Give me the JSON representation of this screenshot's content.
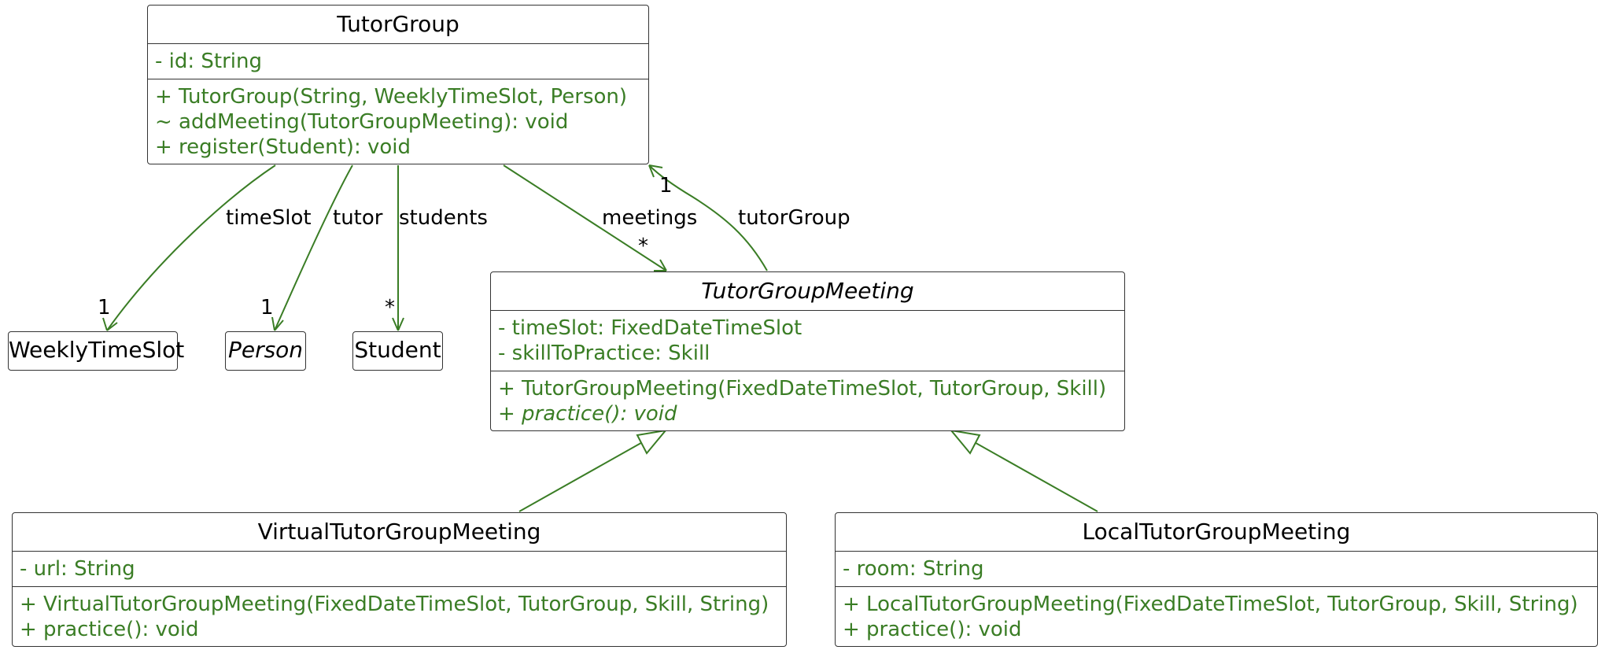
{
  "classes": {
    "tutor_group": {
      "name": "TutorGroup",
      "attributes": [
        "- id: String"
      ],
      "methods": [
        "+ TutorGroup(String, WeeklyTimeSlot, Person)",
        "~ addMeeting(TutorGroupMeeting): void",
        "+ register(Student): void"
      ]
    },
    "weekly_time_slot": {
      "name": "WeeklyTimeSlot"
    },
    "person": {
      "name": "Person"
    },
    "student": {
      "name": "Student"
    },
    "tutor_group_meeting": {
      "name": "TutorGroupMeeting",
      "attributes": [
        "- timeSlot: FixedDateTimeSlot",
        "- skillToPractice: Skill"
      ],
      "methods": [
        "+ TutorGroupMeeting(FixedDateTimeSlot, TutorGroup, Skill)",
        "+ practice(): void"
      ]
    },
    "virtual_tutor_group_meeting": {
      "name": "VirtualTutorGroupMeeting",
      "attributes": [
        "- url: String"
      ],
      "methods": [
        "+ VirtualTutorGroupMeeting(FixedDateTimeSlot, TutorGroup, Skill, String)",
        "+ practice(): void"
      ]
    },
    "local_tutor_group_meeting": {
      "name": "LocalTutorGroupMeeting",
      "attributes": [
        "- room: String"
      ],
      "methods": [
        "+ LocalTutorGroupMeeting(FixedDateTimeSlot, TutorGroup, Skill, String)",
        "+ practice(): void"
      ]
    }
  },
  "associations": {
    "time_slot": {
      "label": "timeSlot",
      "multiplicity": "1"
    },
    "tutor": {
      "label": "tutor",
      "multiplicity": "1"
    },
    "students": {
      "label": "students",
      "multiplicity": "*"
    },
    "meetings": {
      "label": "meetings",
      "multiplicity": "*"
    },
    "tutor_group": {
      "label": "tutorGroup",
      "multiplicity": "1"
    }
  },
  "colors": {
    "member_text": "#3a7d25",
    "edge": "#3a7d25",
    "border": "#333333"
  }
}
